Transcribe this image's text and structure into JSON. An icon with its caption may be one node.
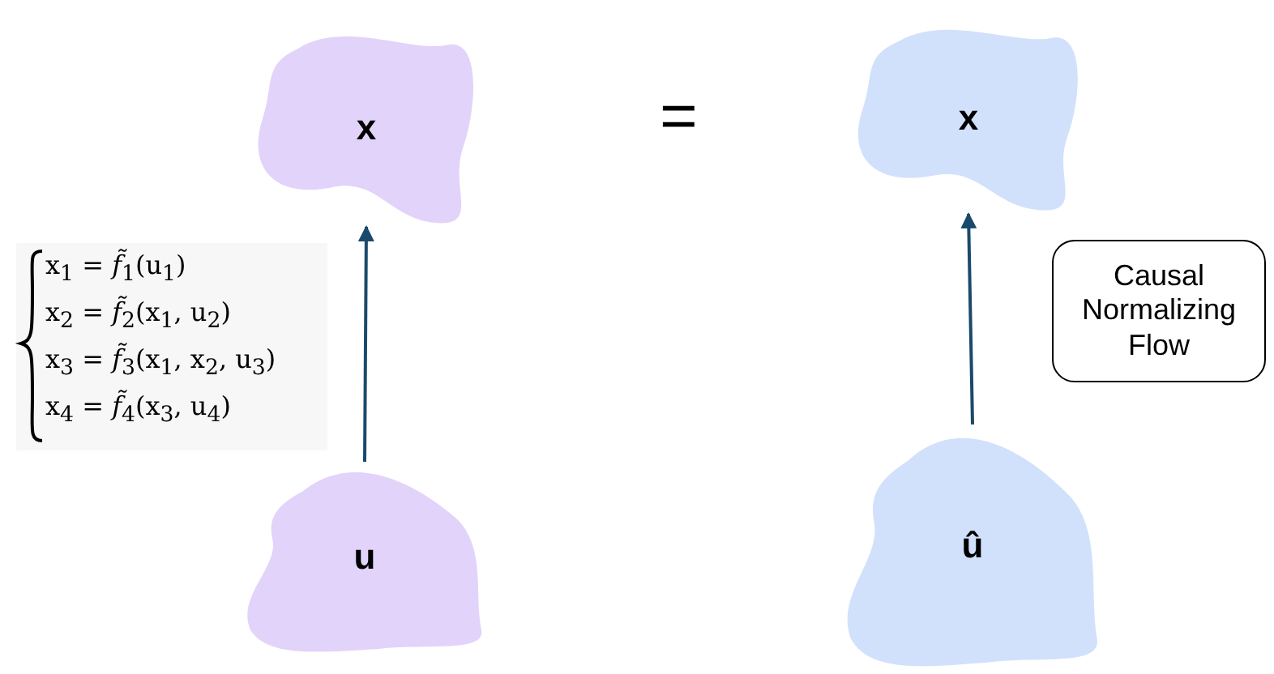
{
  "diagram": {
    "nodes": [
      {
        "text": [
          "x"
        ]
      },
      {
        "text": [
          "u"
        ]
      },
      {
        "text": [
          "x"
        ]
      },
      {
        "text": [
          "û"
        ]
      },
      {
        "text": [
          "Causal Normalizing Flow"
        ]
      }
    ],
    "edges": [
      {
        "from": 1,
        "to": 0,
        "arrow": "to"
      },
      {
        "from": 3,
        "to": 2,
        "arrow": "to"
      }
    ],
    "labels": [
      "=",
      "x$_{1}$ = *f̃*$_{1}$(u$_{1}$)",
      "x$_{2}$ = *f̃*$_{2}$(x$_{1}$, u$_{2}$)",
      "x$_{3}$ = *f̃*$_{3}$(x$_{1}$, x$_{2}$, u$_{3}$)",
      "x$_{4}$ = *f̃*$_{4}$(x$_{3}$, u$_{4}$)"
    ]
  }
}
